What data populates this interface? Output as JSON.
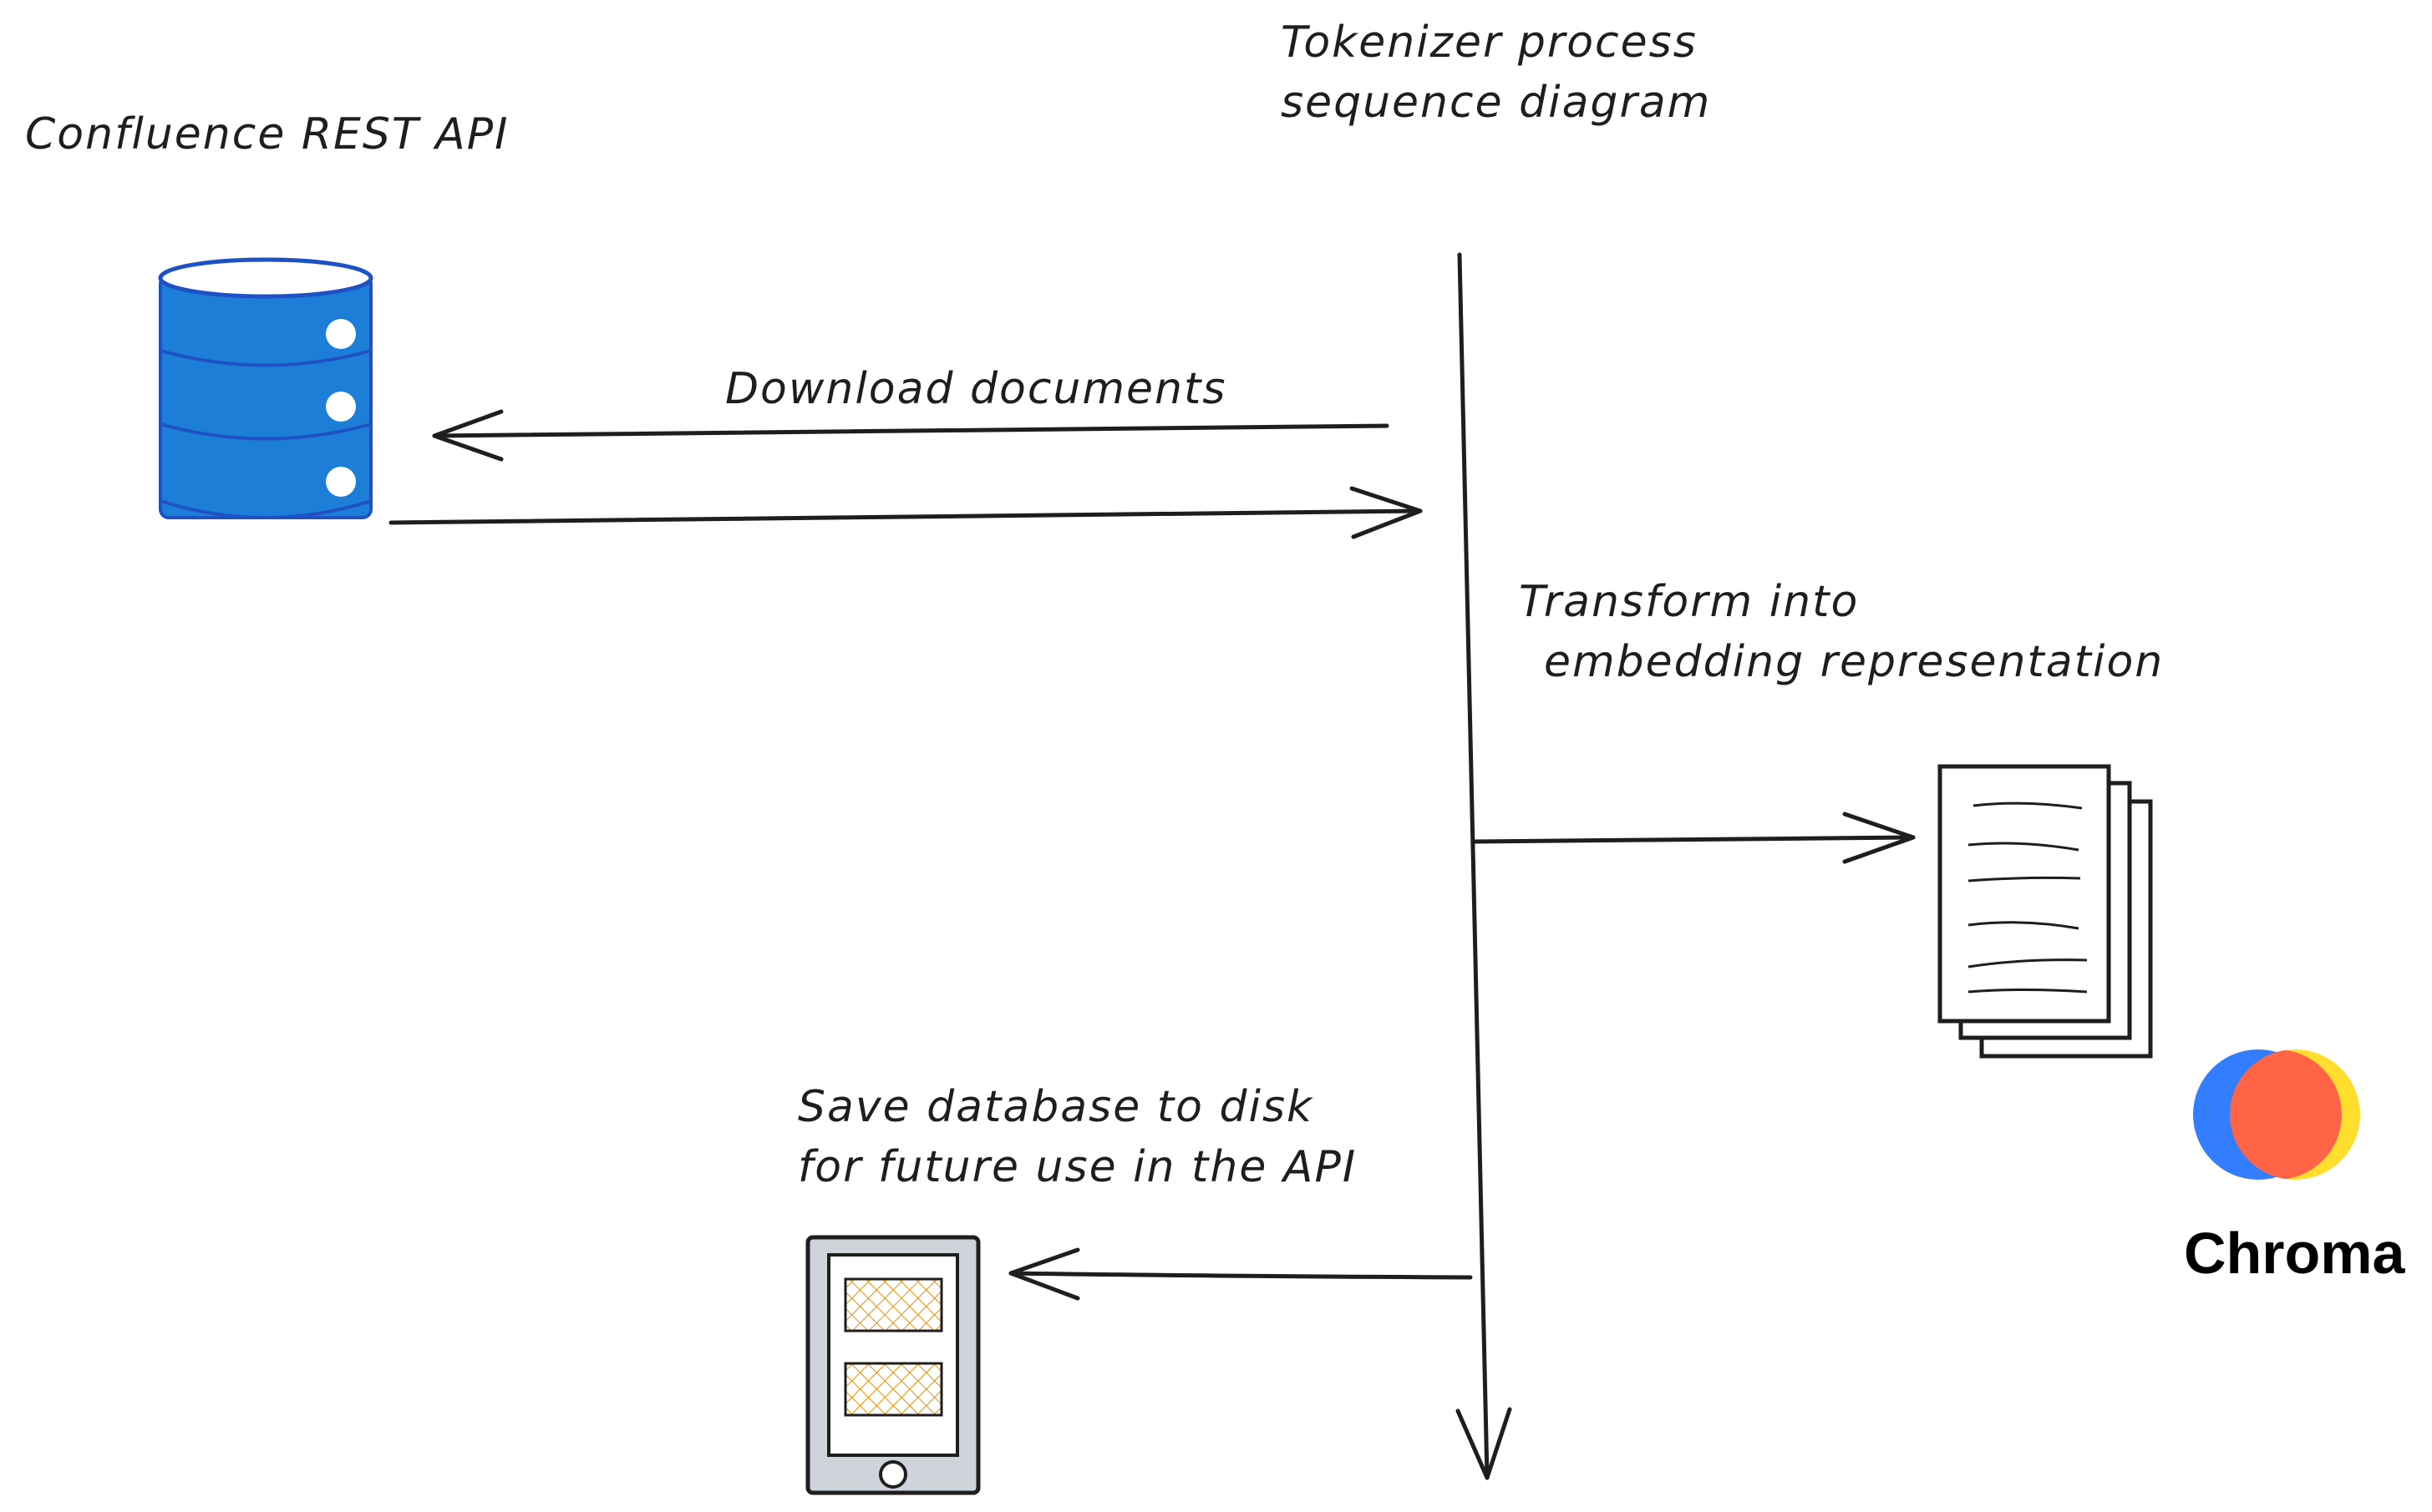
{
  "title": {
    "line1": "Tokenizer process",
    "line2": "sequence diagram"
  },
  "nodes": {
    "confluence": {
      "label": "Confluence REST API",
      "icon": "database-icon",
      "color": "#1c7ed6"
    },
    "chroma": {
      "label": "Chroma",
      "icon": "chroma-logo",
      "colors": [
        "#327eff",
        "#ff6446",
        "#ffde2d"
      ]
    },
    "disk": {
      "icon": "tablet-storage-icon",
      "fill": "#ced4da",
      "hatch": "#f08c00"
    },
    "embeddings": {
      "icon": "documents-stack-icon"
    }
  },
  "messages": {
    "download": "Download documents",
    "transform_line1": "Transform into",
    "transform_line2": "embedding representation",
    "save_line1": "Save database to disk",
    "save_line2": "for future use in the API"
  }
}
